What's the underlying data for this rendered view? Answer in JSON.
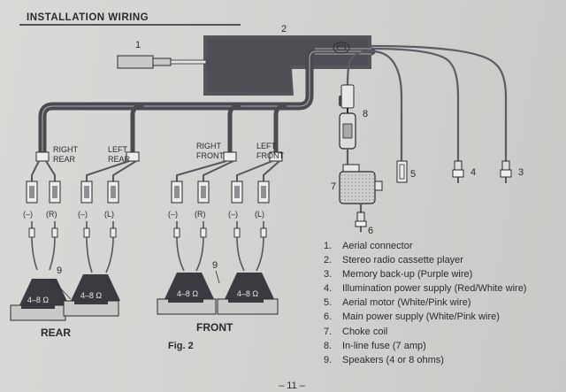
{
  "header": {
    "title": "INSTALLATION WIRING"
  },
  "callouts": {
    "n1": "1",
    "n2": "2",
    "n3": "3",
    "n4": "4",
    "n5": "5",
    "n6": "6",
    "n7": "7",
    "n8": "8",
    "n9": "9",
    "n9b": "9"
  },
  "channels": {
    "right_rear": [
      "RIGHT",
      "REAR"
    ],
    "left_rear": [
      "LEFT",
      "REAR"
    ],
    "right_front": [
      "RIGHT",
      "FRONT"
    ],
    "left_front": [
      "LEFT",
      "FRONT"
    ]
  },
  "polarity": {
    "minus": "(–)",
    "right": "(R)",
    "left": "(L)"
  },
  "speakers": {
    "impedance": "4–8 Ω"
  },
  "groups": {
    "rear": "REAR",
    "front": "FRONT"
  },
  "figure": {
    "caption": "Fig. 2"
  },
  "legend": [
    {
      "num": "1.",
      "text": "Aerial connector"
    },
    {
      "num": "2.",
      "text": "Stereo radio cassette player"
    },
    {
      "num": "3.",
      "text": "Memory back-up (Purple wire)"
    },
    {
      "num": "4.",
      "text": "Illumination power supply (Red/White wire)"
    },
    {
      "num": "5.",
      "text": "Aerial motor (White/Pink wire)"
    },
    {
      "num": "6.",
      "text": "Main power supply (White/Pink wire)"
    },
    {
      "num": "7.",
      "text": "Choke coil"
    },
    {
      "num": "8.",
      "text": "In-line fuse (7 amp)"
    },
    {
      "num": "9.",
      "text": "Speakers (4 or 8 ohms)"
    }
  ],
  "footer": {
    "page_number": "– 11 –"
  },
  "colors": {
    "ink": "#2a2a2e",
    "cable": "#56565c",
    "wire": "#9a9aa0",
    "speaker": "#3a3a40"
  }
}
